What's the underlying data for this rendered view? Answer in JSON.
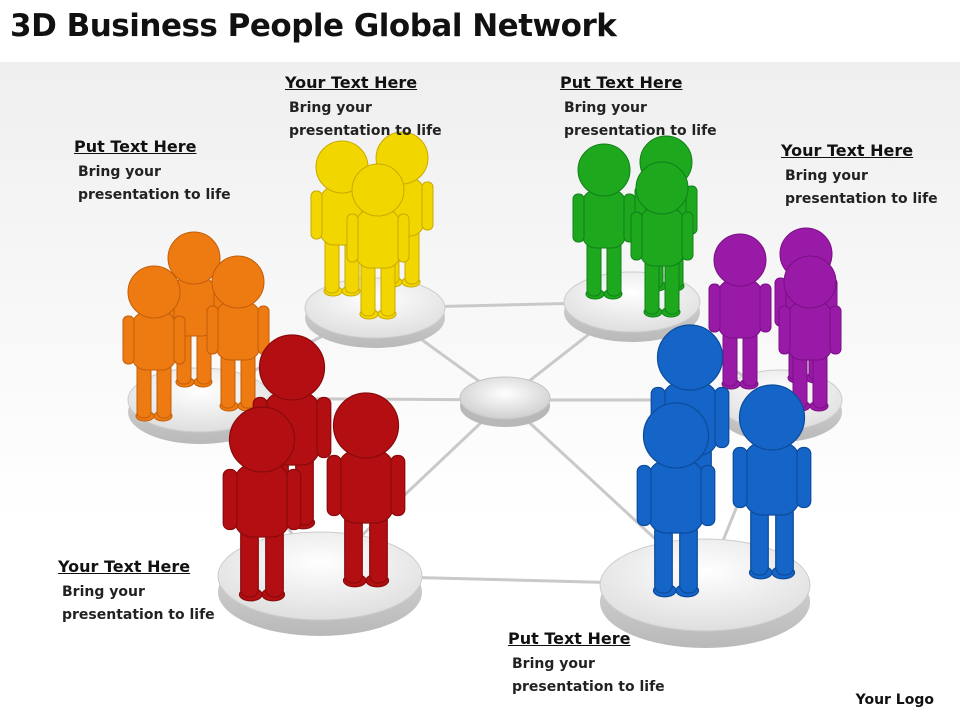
{
  "title": "3D Business People Global Network",
  "callouts": [
    {
      "heading": "Your Text Here",
      "line1": "Bring your",
      "line2": "presentation to life"
    },
    {
      "heading": "Put Text Here",
      "line1": "Bring your",
      "line2": "presentation to life"
    },
    {
      "heading": "Put Text Here",
      "line1": "Bring your",
      "line2": "presentation to life"
    },
    {
      "heading": "Your Text Here",
      "line1": "Bring your",
      "line2": "presentation to life"
    },
    {
      "heading": "Your Text Here",
      "line1": "Bring your",
      "line2": "presentation to life"
    },
    {
      "heading": "Put Text Here",
      "line1": "Bring your",
      "line2": "presentation to life"
    }
  ],
  "logo_text": "Your Logo",
  "colors": {
    "orange": "#ee7a12",
    "yellow": "#f2d600",
    "green": "#1ea81e",
    "purple": "#9a1aa8",
    "red": "#b30f12",
    "blue": "#1565c8",
    "platform": "#e4e4e4",
    "link": "#c9c9c9"
  }
}
